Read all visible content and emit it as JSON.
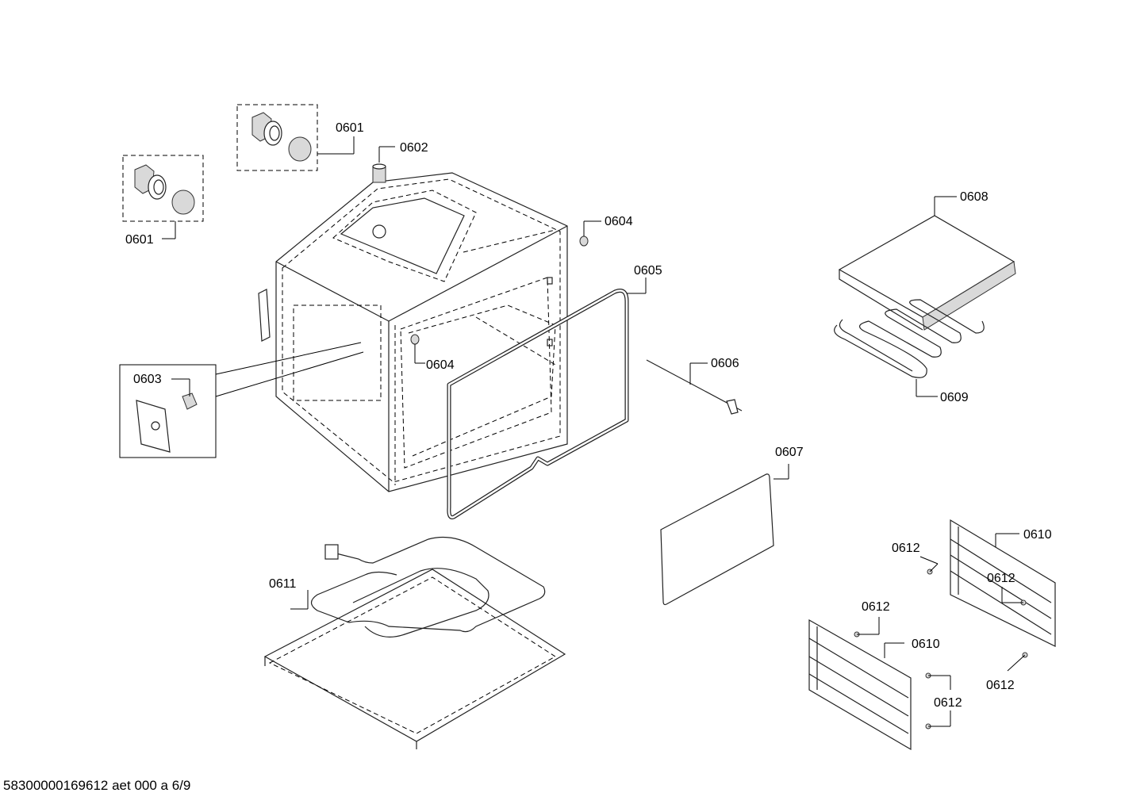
{
  "labels": {
    "p0601_top": "0601",
    "p0601_left": "0601",
    "p0602": "0602",
    "p0603": "0603",
    "p0604_right": "0604",
    "p0604_left": "0604",
    "p0605": "0605",
    "p0606": "0606",
    "p0607": "0607",
    "p0608": "0608",
    "p0609": "0609",
    "p0610_right": "0610",
    "p0610_left": "0610",
    "p0611": "0611",
    "p0612_a": "0612",
    "p0612_b": "0612",
    "p0612_c": "0612",
    "p0612_d": "0612",
    "p0612_e": "0612"
  },
  "footer": "58300000169612 aet 000 a 6/9"
}
